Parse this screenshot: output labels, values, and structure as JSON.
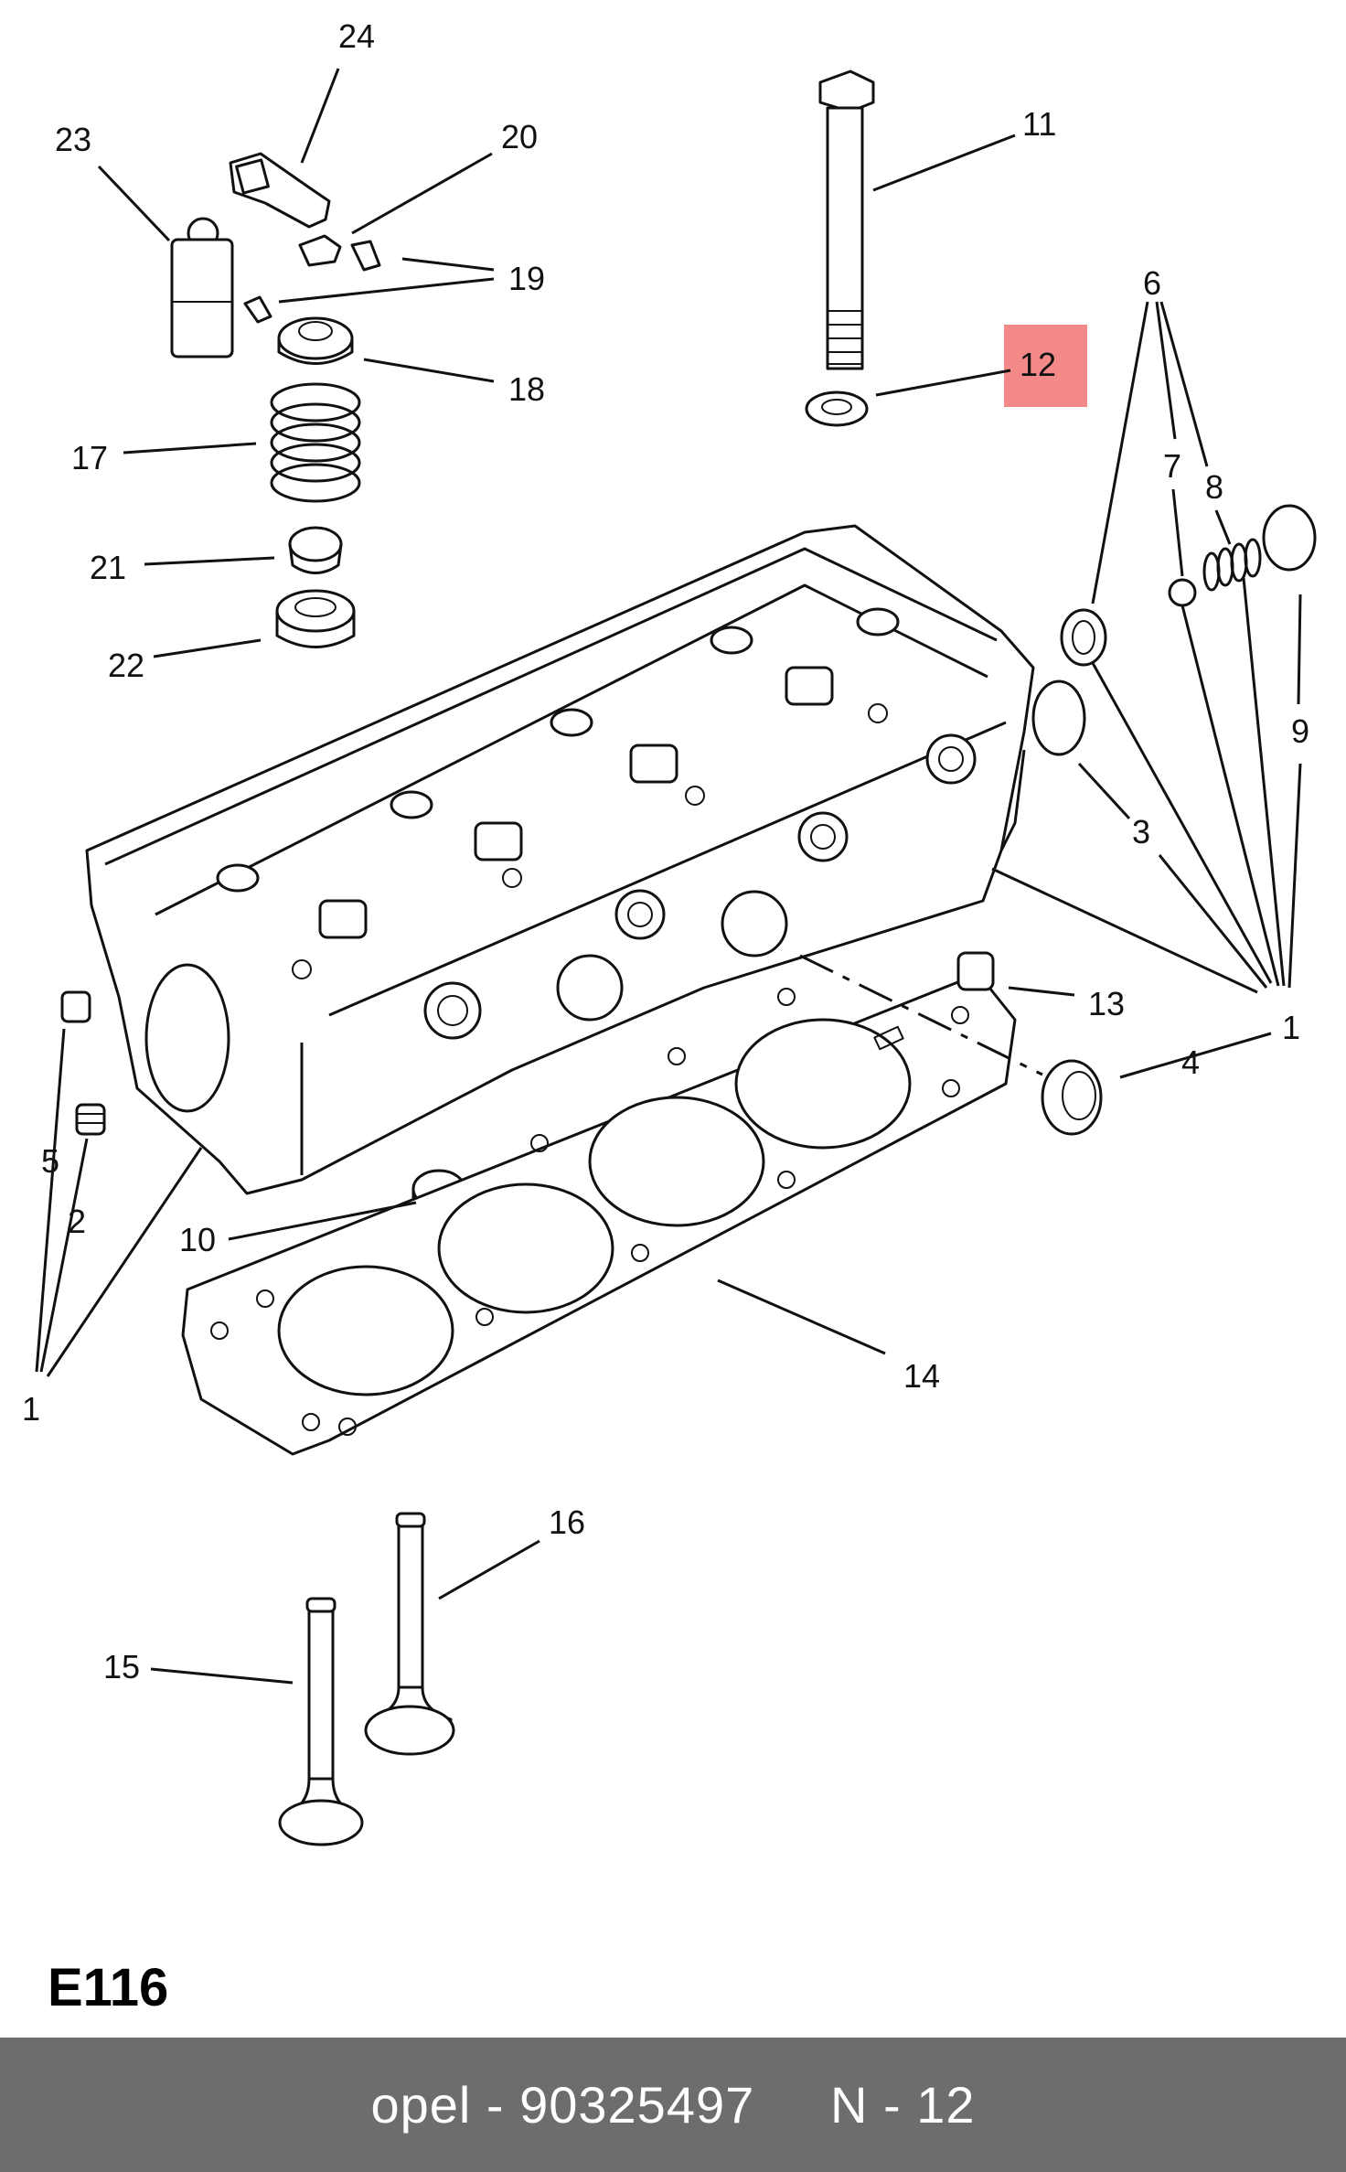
{
  "diagram": {
    "callouts": {
      "c1a": "1",
      "c1b": "1",
      "c2": "2",
      "c3": "3",
      "c4": "4",
      "c5": "5",
      "c6": "6",
      "c7": "7",
      "c8": "8",
      "c9": "9",
      "c10": "10",
      "c11": "11",
      "c12": "12",
      "c13": "13",
      "c14": "14",
      "c15": "15",
      "c16": "16",
      "c17": "17",
      "c18": "18",
      "c19": "19",
      "c20": "20",
      "c21": "21",
      "c22": "22",
      "c23": "23",
      "c24": "24"
    },
    "highlighted_callout": "12",
    "highlight_color": "#f4898a"
  },
  "page_code": "E116",
  "footer": {
    "text": "opel - 90325497     N - 12",
    "background": "#6d6d6d",
    "text_color": "#ffffff"
  }
}
